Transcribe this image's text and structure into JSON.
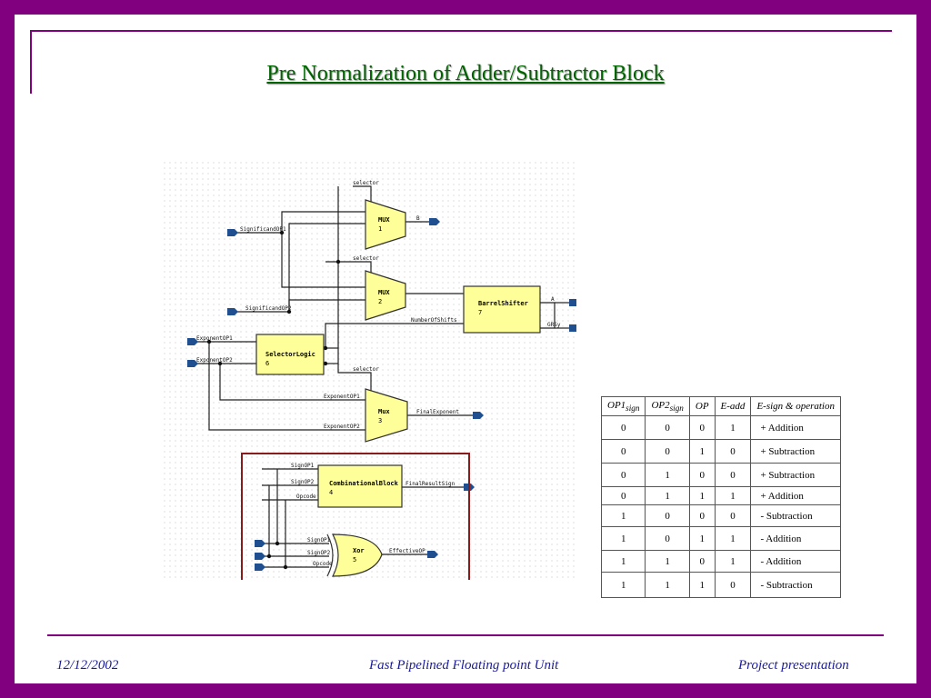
{
  "title": "Pre Normalization of Adder/Subtractor Block",
  "diagram": {
    "blocks": {
      "mux1": [
        "MUX",
        "1"
      ],
      "mux2": [
        "MUX",
        "2"
      ],
      "mux3": [
        "Mux",
        "3"
      ],
      "barrel": [
        "BarrelShifter",
        "7"
      ],
      "selector": [
        "SelectorLogic",
        "6"
      ],
      "comb": [
        "CombinationalBlock",
        "4"
      ],
      "xor": [
        "Xor",
        "5"
      ]
    },
    "signals": {
      "selector": "selector",
      "significandOP1": "SignificandOP1",
      "significandOP2": "SignificandOP2",
      "exponentOP1": "ExponentOP1",
      "exponentOP2": "ExponentOP2",
      "numberOfShifts": "NumberOfShifts",
      "b": "B",
      "a": "A",
      "grsy": "GRSy",
      "finalExponent": "FinalExponent",
      "signOP1": "SignOP1",
      "signOP2": "SignOP2",
      "opcode": "Opcode",
      "finalResultSign": "FinalResultSign",
      "effectiveOP": "EffectiveOP"
    }
  },
  "table": {
    "headers": [
      "OP1",
      "OP2",
      "OP",
      "E-add",
      "E-sign & operation"
    ],
    "header_sub": "sign",
    "rows": [
      [
        "0",
        "0",
        "0",
        "1",
        "+ Addition"
      ],
      [
        "0",
        "0",
        "1",
        "0",
        "+ Subtraction"
      ],
      [
        "0",
        "1",
        "0",
        "0",
        "+ Subtraction"
      ],
      [
        "0",
        "1",
        "1",
        "1",
        "+ Addition"
      ],
      [
        "1",
        "0",
        "0",
        "0",
        "- Subtraction"
      ],
      [
        "1",
        "0",
        "1",
        "1",
        "- Addition"
      ],
      [
        "1",
        "1",
        "0",
        "1",
        "- Addition"
      ],
      [
        "1",
        "1",
        "1",
        "0",
        "- Subtraction"
      ]
    ]
  },
  "footer": {
    "date": "12/12/2002",
    "center": "Fast Pipelined Floating point Unit",
    "right": "Project presentation"
  },
  "colors": {
    "frame": "#800080",
    "title": "#006400",
    "block_fill": "#ffff99",
    "port": "#1f4f8f",
    "highlight_box": "#8b1a1a",
    "footer_text": "#1a1a9c"
  }
}
